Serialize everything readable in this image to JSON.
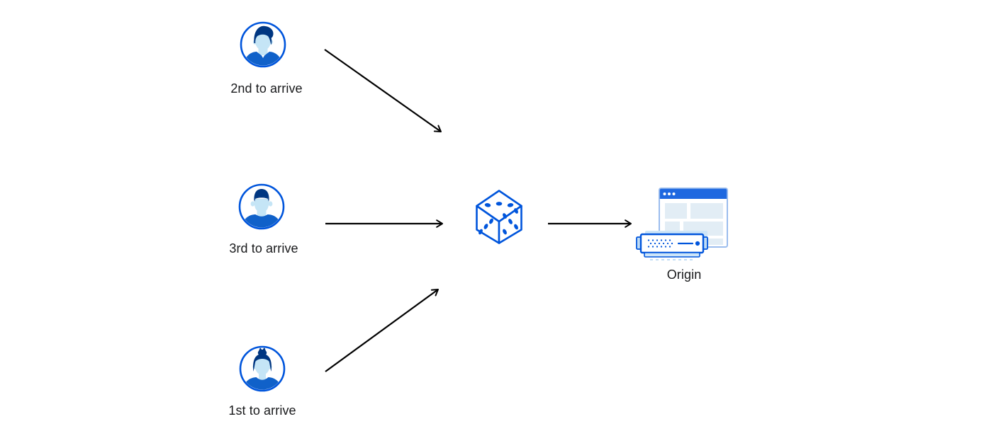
{
  "page": {
    "background": "#ffffff",
    "type_label": "load-balancing-random-steering-diagram"
  },
  "palette": {
    "accent_blue": "#0055DC",
    "dark_navy_hair": "#003681",
    "face_light_blue": "#C5E5F6",
    "shirt_blue": "#1061C9",
    "browser_titlebar_blue": "#1E68E0",
    "browser_border_blue": "#9BBDEE",
    "content_block_blue": "#E2EDF5",
    "server_accessory_blue": "#BFDCF5",
    "server_echo_blue": "#CDE5F8",
    "arrow_black": "#000000",
    "label_text": "#18191B"
  },
  "diagram": {
    "users": [
      {
        "label": "2nd to arrive",
        "icon": "male-avatar-swept-hair-icon"
      },
      {
        "label": "3rd to arrive",
        "icon": "male-avatar-short-hair-icon"
      },
      {
        "label": "1st to arrive",
        "icon": "female-avatar-bun-icon"
      }
    ],
    "randomizer": {
      "icon": "dice-icon"
    },
    "origin": {
      "label": "Origin",
      "icon": "origin-server-icon"
    },
    "arrows": [
      {
        "name": "arrow-user-2nd-to-dice"
      },
      {
        "name": "arrow-user-3rd-to-dice"
      },
      {
        "name": "arrow-user-1st-to-dice"
      },
      {
        "name": "arrow-dice-to-origin"
      }
    ]
  }
}
